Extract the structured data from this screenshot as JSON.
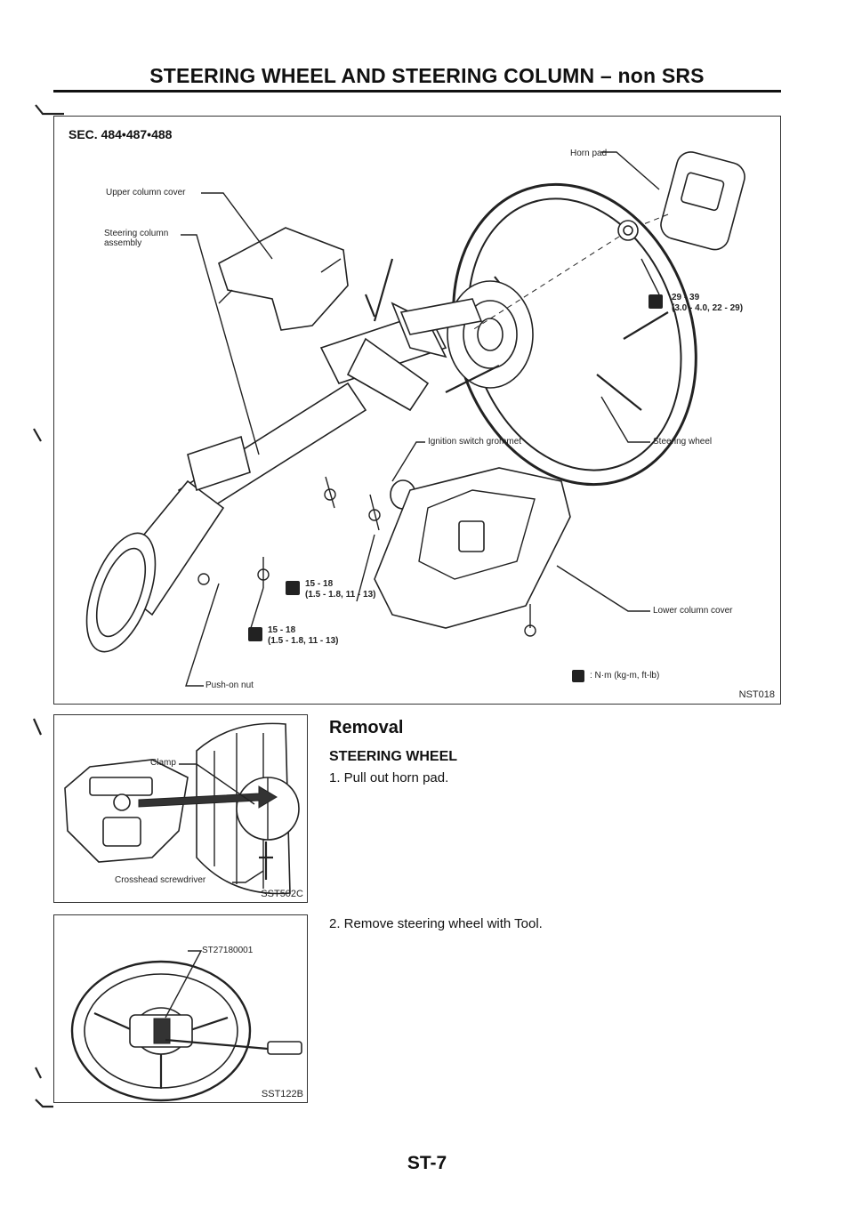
{
  "header": {
    "title": "STEERING WHEEL AND STEERING COLUMN – non SRS"
  },
  "main_figure": {
    "section": "SEC. 484•487•488",
    "code": "NST018",
    "labels": {
      "horn_pad": "Horn pad",
      "upper_column_cover": "Upper column cover",
      "steering_column_assembly_1": "Steering column",
      "steering_column_assembly_2": "assembly",
      "ignition_switch_grommet": "Ignition switch grommet",
      "steering_wheel": "Steering wheel",
      "lower_column_cover": "Lower column cover",
      "push_on_nut": "Push-on nut"
    },
    "torques": {
      "wheel_nut_1": "29 - 39",
      "wheel_nut_2": "(3.0 - 4.0, 22 - 29)",
      "column_upper_1": "15 - 18",
      "column_upper_2": "(1.5 - 1.8, 11 - 13)",
      "column_lower_1": "15 - 18",
      "column_lower_2": "(1.5 - 1.8, 11 - 13)"
    },
    "legend": ": N·m (kg-m, ft-lb)"
  },
  "figure_2": {
    "code": "SST502C",
    "label_clamp": "Clamp",
    "label_screwdriver": "Crosshead screwdriver"
  },
  "figure_3": {
    "code": "SST122B",
    "label_tool": "ST27180001"
  },
  "text": {
    "removal": "Removal",
    "subheading": "STEERING WHEEL",
    "step1": "1.  Pull out horn pad.",
    "step2": "2.  Remove steering wheel with Tool."
  },
  "footer": {
    "page": "ST-7"
  }
}
